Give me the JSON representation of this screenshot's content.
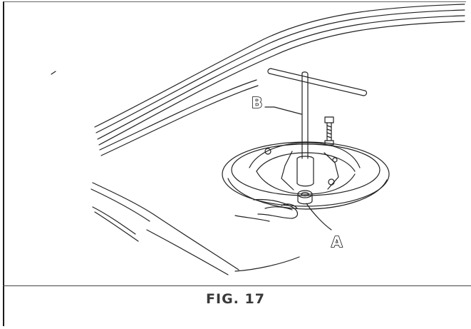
{
  "figure": {
    "caption": "FIG. 17",
    "callouts": {
      "a": "A",
      "b": "B"
    }
  }
}
